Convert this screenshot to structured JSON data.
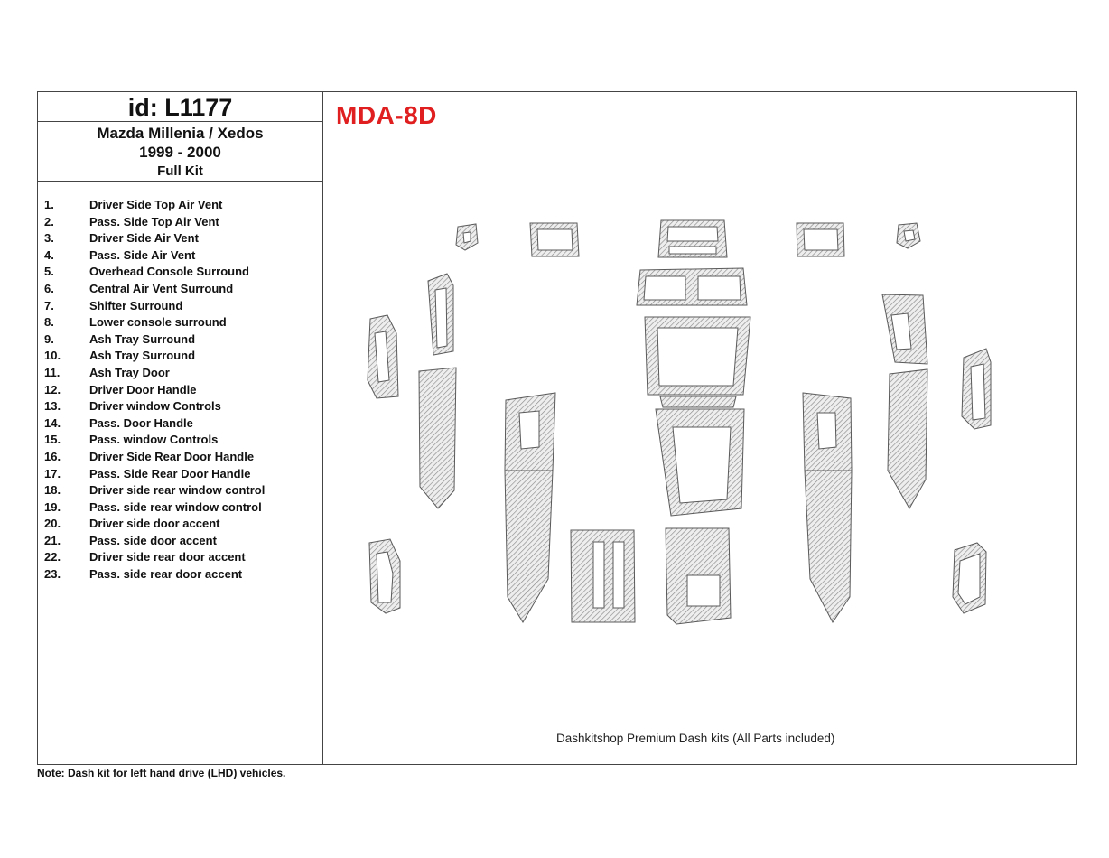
{
  "header": {
    "id_label": "id: L1177",
    "model_line1": "Mazda Millenia / Xedos",
    "model_line2": "1999 - 2000",
    "kit": "Full Kit"
  },
  "code": "MDA-8D",
  "code_color": "#e02020",
  "parts": [
    {
      "num": "1.",
      "name": "Driver Side Top Air Vent"
    },
    {
      "num": "2.",
      "name": "Pass. Side Top Air Vent"
    },
    {
      "num": "3.",
      "name": "Driver Side Air Vent"
    },
    {
      "num": "4.",
      "name": "Pass. Side Air Vent"
    },
    {
      "num": "5.",
      "name": "Overhead Console Surround"
    },
    {
      "num": "6.",
      "name": "Central Air Vent Surround"
    },
    {
      "num": "7.",
      "name": "Shifter Surround"
    },
    {
      "num": "8.",
      "name": "Lower console surround"
    },
    {
      "num": "9.",
      "name": "Ash Tray Surround"
    },
    {
      "num": "10.",
      "name": "Ash Tray Surround"
    },
    {
      "num": "11.",
      "name": "Ash Tray Door"
    },
    {
      "num": "12.",
      "name": "Driver Door Handle"
    },
    {
      "num": "13.",
      "name": "Driver window Controls"
    },
    {
      "num": "14.",
      "name": "Pass. Door Handle"
    },
    {
      "num": "15.",
      "name": "Pass. window Controls"
    },
    {
      "num": "16.",
      "name": "Driver Side Rear Door Handle"
    },
    {
      "num": "17.",
      "name": "Pass. Side Rear Door Handle"
    },
    {
      "num": "18.",
      "name": "Driver side rear window control"
    },
    {
      "num": "19.",
      "name": "Pass. side rear window control"
    },
    {
      "num": "20.",
      "name": "Driver side door accent"
    },
    {
      "num": "21.",
      "name": "Pass. side door accent"
    },
    {
      "num": "22.",
      "name": "Driver side rear door accent"
    },
    {
      "num": "23.",
      "name": "Pass. side rear door accent"
    }
  ],
  "caption": "Dashkitshop Premium Dash kits (All Parts included)",
  "note": "Note: Dash kit for left hand drive (LHD)  vehicles."
}
